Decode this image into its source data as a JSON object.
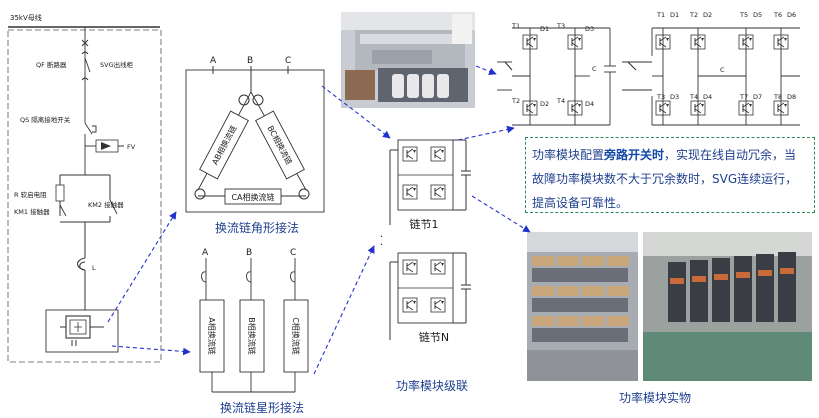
{
  "colors": {
    "caption": "#1f3f8f",
    "arrow": "#2233cc",
    "callout_border": "#2e8b57",
    "emphasis": "#1248a8"
  },
  "sld": {
    "bus": "35kV母线",
    "qf": "QF 断路器",
    "svg_line": "SVG出线柜",
    "qs": "QS 隔离接地开关",
    "fv": "FV",
    "r": "R 软启电阻",
    "km2": "KM2 接触器",
    "km1": "KM1 接触器",
    "l": "L"
  },
  "delta": {
    "phase_a": "A",
    "phase_b": "B",
    "phase_c": "C",
    "ab": "AB相换流链",
    "bc": "BC相换流链",
    "ca": "CA相换流链",
    "caption": "换流链角形接法"
  },
  "star": {
    "phase_a": "A",
    "phase_b": "B",
    "phase_c": "C",
    "a": "A相换流链",
    "b": "B相换流链",
    "c": "C相换流链",
    "caption": "换流链星形接法"
  },
  "cascade": {
    "node1": "链节1",
    "nodeN": "链节N",
    "caption": "功率模块级联"
  },
  "bridge": {
    "left": [
      "T1",
      "D1",
      "T3",
      "D3",
      "T2",
      "D2",
      "T4",
      "D4",
      "C"
    ],
    "right": [
      "T1",
      "D1",
      "T2",
      "D2",
      "T5",
      "D5",
      "T6",
      "D6",
      "T3",
      "D3",
      "T4",
      "D4",
      "T7",
      "D7",
      "T8",
      "D8",
      "C"
    ]
  },
  "callout": {
    "pre": "功率模块配置",
    "bold": "旁路开关时",
    "post": "，实现在线自动冗余，当故障功率模块数不大于冗余数时，SVG连续运行，提高设备可靠性。"
  },
  "photo_caption": "功率模块实物"
}
